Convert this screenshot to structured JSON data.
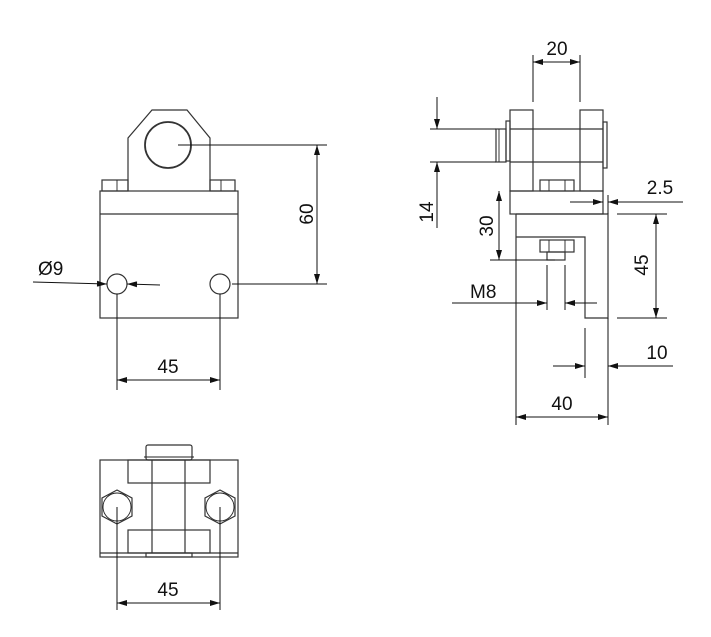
{
  "drawing": {
    "front_view": {
      "dim_height": "60",
      "dim_hole_diameter": "Ø9",
      "dim_hole_spacing": "45"
    },
    "bottom_view": {
      "dim_bolt_spacing": "45"
    },
    "side_view": {
      "dim_clevis_width": "20",
      "dim_pin_diameter": "14",
      "dim_bolt_height": "30",
      "dim_offset": "2.5",
      "dim_leg_height": "45",
      "dim_thread": "M8",
      "dim_leg_thickness": "10",
      "dim_base_width": "40"
    },
    "colors": {
      "line": "#333333",
      "background": "#ffffff"
    }
  }
}
